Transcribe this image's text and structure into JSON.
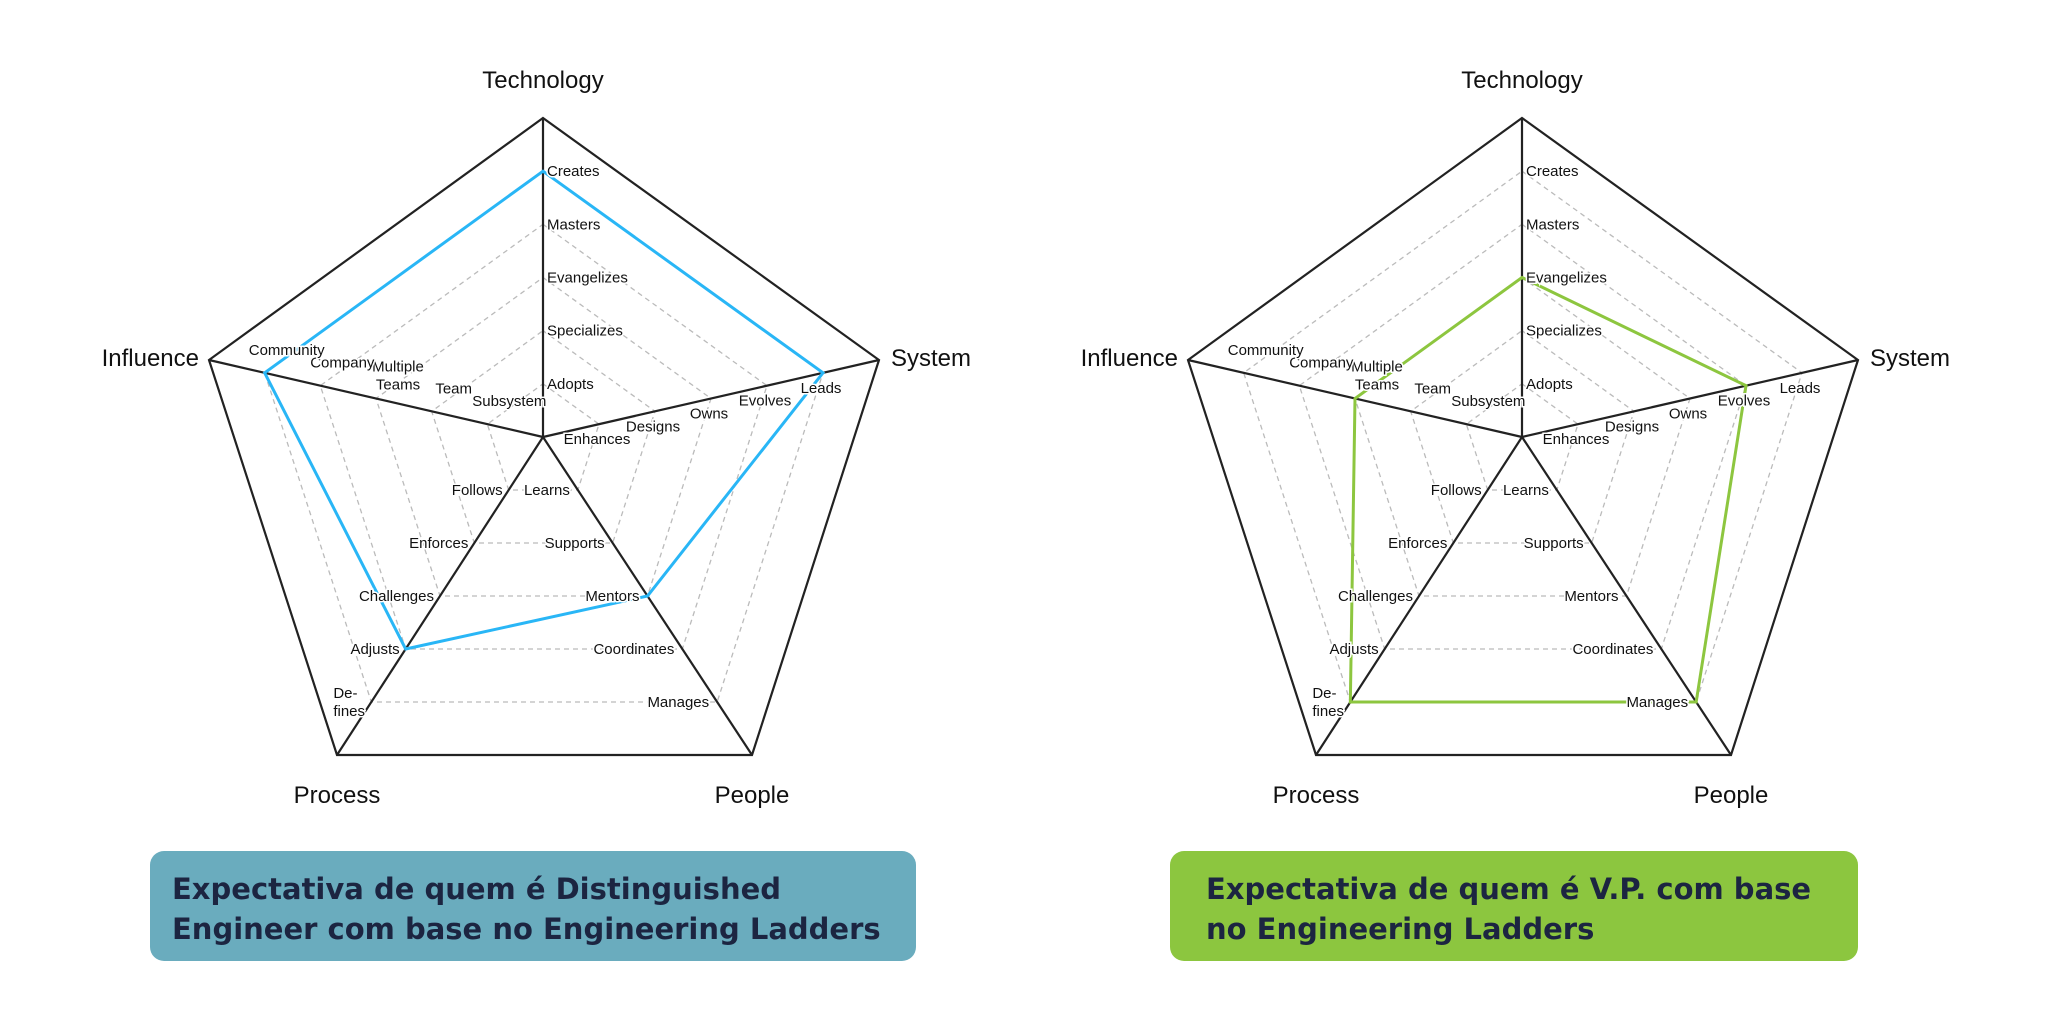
{
  "chart_data": [
    {
      "type": "radar",
      "axes": [
        {
          "name": "Technology",
          "levels": [
            "Adopts",
            "Specializes",
            "Evangelizes",
            "Masters",
            "Creates"
          ]
        },
        {
          "name": "System",
          "levels": [
            "Enhances",
            "Designs",
            "Owns",
            "Evolves",
            "Leads"
          ]
        },
        {
          "name": "People",
          "levels": [
            "Learns",
            "Supports",
            "Mentors",
            "Coordinates",
            "Manages"
          ]
        },
        {
          "name": "Process",
          "levels": [
            "Follows",
            "Enforces",
            "Challenges",
            "Adjusts",
            "De-\nfines"
          ]
        },
        {
          "name": "Influence",
          "levels": [
            "Subsystem",
            "Team",
            "Multiple\nTeams",
            "Company",
            "Community"
          ]
        }
      ],
      "values": [
        5,
        5,
        3,
        4,
        5
      ],
      "series_color": "#29b6f6",
      "caption": "Expectativa de quem é Distinguished Engineer com base no Engineering Ladders",
      "caption_color": "#6aacbe"
    },
    {
      "type": "radar",
      "axes": [
        {
          "name": "Technology",
          "levels": [
            "Adopts",
            "Specializes",
            "Evangelizes",
            "Masters",
            "Creates"
          ]
        },
        {
          "name": "System",
          "levels": [
            "Enhances",
            "Designs",
            "Owns",
            "Evolves",
            "Leads"
          ]
        },
        {
          "name": "People",
          "levels": [
            "Learns",
            "Supports",
            "Mentors",
            "Coordinates",
            "Manages"
          ]
        },
        {
          "name": "Process",
          "levels": [
            "Follows",
            "Enforces",
            "Challenges",
            "Adjusts",
            "De-\nfines"
          ]
        },
        {
          "name": "Influence",
          "levels": [
            "Subsystem",
            "Team",
            "Multiple\nTeams",
            "Company",
            "Community"
          ]
        }
      ],
      "values": [
        3,
        4,
        5,
        5,
        3
      ],
      "series_color": "#8dc63f",
      "caption": "Expectativa de quem é V.P. com base no Engineering Ladders",
      "caption_color": "#8cc63f"
    }
  ]
}
